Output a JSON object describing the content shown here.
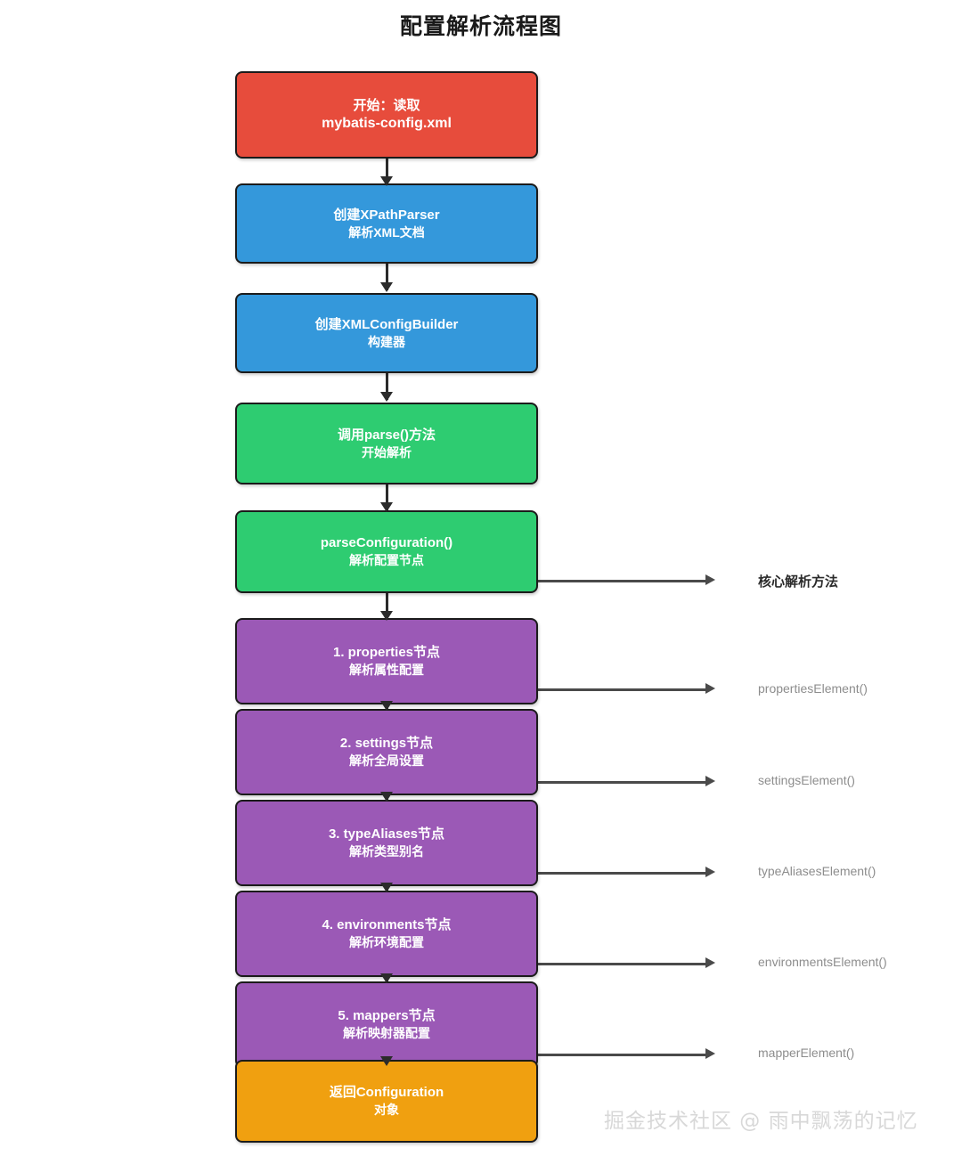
{
  "title": "配置解析流程图",
  "colors": {
    "start": "#e74c3c",
    "process": "#3498db",
    "parse": "#2ecc71",
    "node_step": "#9b59b6",
    "result": "#f0a010",
    "border": "#1b1b1b",
    "connector": "#4a4a4a",
    "annotation_text": "#8d8d8d",
    "annotation_strong": "#2b2b2b",
    "watermark": "#d8d8d8"
  },
  "chart_data": {
    "type": "diagram",
    "title": "配置解析流程图",
    "nodes": [
      {
        "id": "n1",
        "line1": "开始：读取",
        "line2": "mybatis-config.xml",
        "color": "#e74c3c",
        "category": "start"
      },
      {
        "id": "n2",
        "line1": "创建XPathParser",
        "line2": "解析XML文档",
        "color": "#3498db",
        "category": "process"
      },
      {
        "id": "n3",
        "line1": "创建XMLConfigBuilder",
        "line2": "构建器",
        "color": "#3498db",
        "category": "process"
      },
      {
        "id": "n4",
        "line1": "调用parse()方法",
        "line2": "开始解析",
        "color": "#2ecc71",
        "category": "parse"
      },
      {
        "id": "n5",
        "line1": "parseConfiguration()",
        "line2": "解析配置节点",
        "color": "#2ecc71",
        "category": "parse"
      },
      {
        "id": "n6",
        "line1": "1. properties节点",
        "line2": "解析属性配置",
        "color": "#9b59b6",
        "category": "step"
      },
      {
        "id": "n7",
        "line1": "2. settings节点",
        "line2": "解析全局设置",
        "color": "#9b59b6",
        "category": "step"
      },
      {
        "id": "n8",
        "line1": "3. typeAliases节点",
        "line2": "解析类型别名",
        "color": "#9b59b6",
        "category": "step"
      },
      {
        "id": "n9",
        "line1": "4. environments节点",
        "line2": "解析环境配置",
        "color": "#9b59b6",
        "category": "step"
      },
      {
        "id": "n10",
        "line1": "5. mappers节点",
        "line2": "解析映射器配置",
        "color": "#9b59b6",
        "category": "step"
      },
      {
        "id": "n11",
        "line1": "返回Configuration",
        "line2": "对象",
        "color": "#f0a010",
        "category": "result"
      }
    ],
    "edges": [
      {
        "from": "n1",
        "to": "n2"
      },
      {
        "from": "n2",
        "to": "n3"
      },
      {
        "from": "n3",
        "to": "n4"
      },
      {
        "from": "n4",
        "to": "n5"
      },
      {
        "from": "n5",
        "to": "n6"
      },
      {
        "from": "n6",
        "to": "n7"
      },
      {
        "from": "n7",
        "to": "n8"
      },
      {
        "from": "n8",
        "to": "n9"
      },
      {
        "from": "n9",
        "to": "n10"
      },
      {
        "from": "n10",
        "to": "n11"
      }
    ],
    "annotations": [
      {
        "from": "n5",
        "label": "核心解析方法",
        "emphasis": "strong"
      },
      {
        "from": "n6",
        "label": "propertiesElement()",
        "emphasis": "normal"
      },
      {
        "from": "n7",
        "label": "settingsElement()",
        "emphasis": "normal"
      },
      {
        "from": "n8",
        "label": "typeAliasesElement()",
        "emphasis": "normal"
      },
      {
        "from": "n9",
        "label": "environmentsElement()",
        "emphasis": "normal"
      },
      {
        "from": "n10",
        "label": "mapperElement()",
        "emphasis": "normal"
      }
    ]
  },
  "watermark": "掘金技术社区 @ 雨中飘荡的记忆"
}
